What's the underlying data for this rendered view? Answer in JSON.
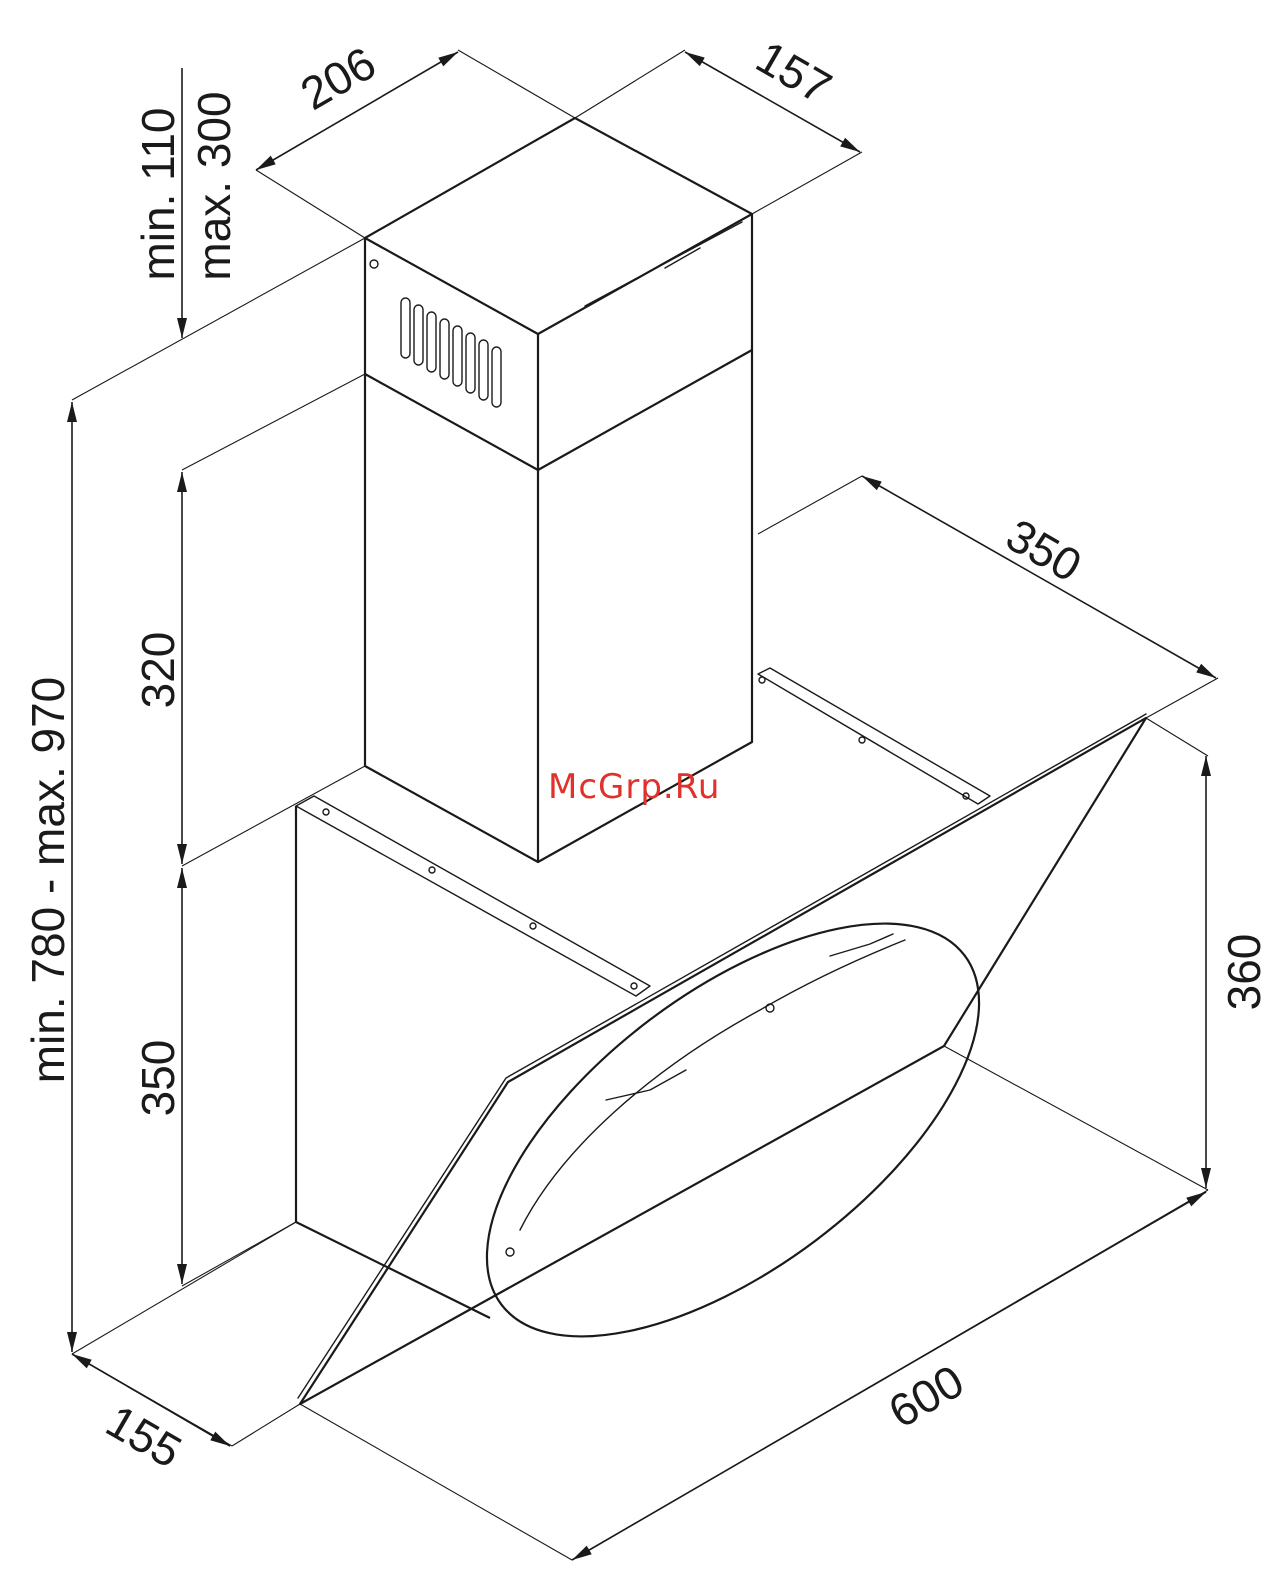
{
  "dimensions": {
    "vent_range": [
      "min. 110",
      "max. 300"
    ],
    "top_width": "206",
    "top_depth": "157",
    "upper_chimney": "320",
    "lower_chimney": "350",
    "overall_height": "min. 780 - max. 970",
    "hood_depth": "350",
    "hood_height": "360",
    "hood_width": "600",
    "base_depth": "155"
  },
  "watermark": "McGrp.Ru",
  "colors": {
    "line": "#1a1a1a",
    "watermark": "#e0312b"
  }
}
